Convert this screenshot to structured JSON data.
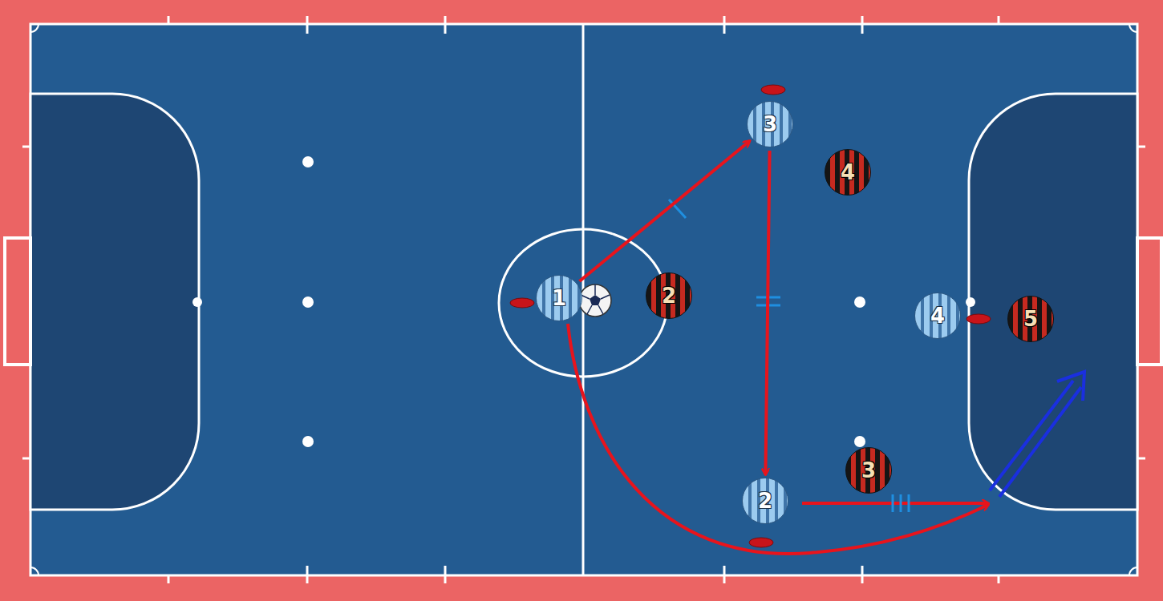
{
  "diagram": {
    "nodes": [
      {
        "text": [
          "3"
        ]
      },
      {
        "text": [
          "4"
        ]
      },
      {
        "text": [
          "1"
        ]
      },
      {
        "text": [
          "2"
        ]
      },
      {
        "text": [
          "4"
        ]
      },
      {
        "text": [
          "5"
        ]
      },
      {
        "text": [
          "3"
        ]
      },
      {
        "text": [
          "2"
        ]
      }
    ],
    "edges": [
      {
        "from": 2,
        "to": 0,
        "arrow": "to"
      },
      {
        "from": 0,
        "to": 7,
        "arrow": "to"
      }
    ]
  }
}
